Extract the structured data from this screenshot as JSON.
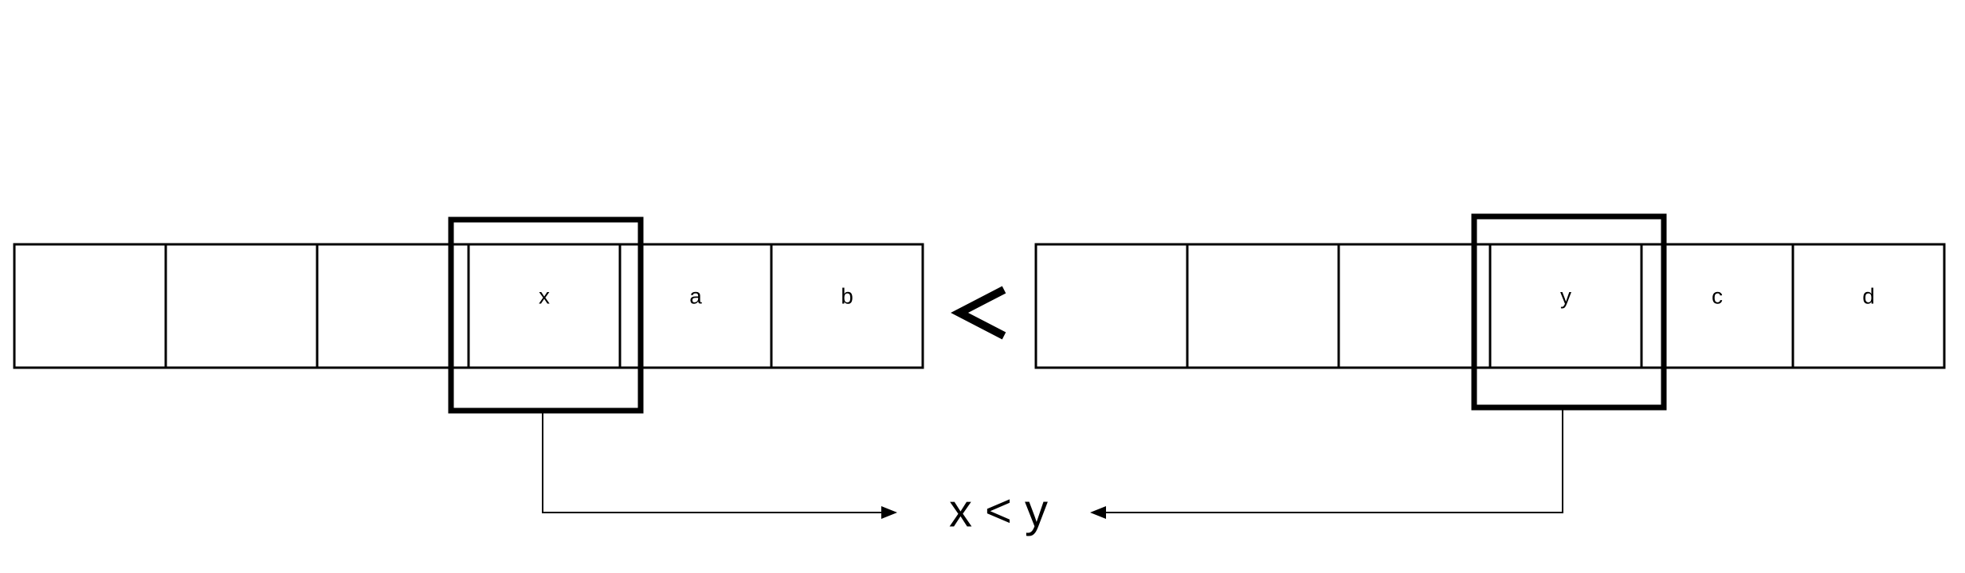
{
  "left_sequence": {
    "cells": [
      "",
      "",
      "",
      "x",
      "a",
      "b"
    ]
  },
  "right_sequence": {
    "cells": [
      "",
      "",
      "",
      "y",
      "c",
      "d"
    ]
  },
  "comparison": {
    "symbol": "<",
    "result": "x < y"
  }
}
